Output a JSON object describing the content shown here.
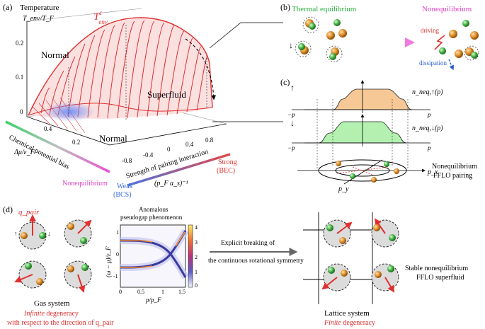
{
  "panels": {
    "a": {
      "label": "(a)",
      "title": "Temperature",
      "yaxis": "T_env/T_F",
      "ticks_y": [
        "0.2",
        "0.1",
        "0"
      ],
      "tcurve_label": "T",
      "tcurve_sup": "c",
      "tcurve_sub": "env",
      "normal_top": "Normal",
      "superfluid": "Superfluid",
      "normal_bottom": "Normal",
      "bias_label": "Chemical potential bias",
      "bias_symbol": "Δμ/ε_F",
      "bias_ticks": [
        "0.4",
        "0.2"
      ],
      "noneq_label": "Nonequilibrium",
      "strength_label": "Strength of pairing interaction",
      "strength_symbol": "(p_F a_s)⁻¹",
      "strength_ticks": [
        "-0.8",
        "-0.4",
        "0",
        "0.4",
        "0.8"
      ],
      "weak_label": "Weak",
      "weak_sub": "(BCS)",
      "strong_label": "Strong",
      "strong_sub": "(BEC)"
    },
    "b": {
      "label": "(b)",
      "left_title": "Thermal equilibrium",
      "right_title": "Nonequilibrium",
      "driving": "driving",
      "dissipation": "dissipation",
      "spin_down": "↓"
    },
    "c": {
      "label": "(c)",
      "up_label": "n_neq,↑(p)",
      "down_label": "n_neq,↓(p)",
      "minus_p": "−p",
      "plus_p": "p",
      "px": "p_x",
      "py": "p_y",
      "caption_line1": "Nonequilibrium",
      "caption_line2": "FFLO pairing",
      "spin_up": "↑",
      "spin_down": "↓"
    },
    "d": {
      "label": "(d)",
      "qpair": "q_pair",
      "inset_title_line1": "Anomalous",
      "inset_title_line2": "pseudogap phenomenon",
      "inset_ylabel": "(ω − μ)/ε_F",
      "inset_xlabel": "p/p_F",
      "inset_yticks": [
        "1",
        "0",
        "-1"
      ],
      "inset_xticks": [
        "0",
        "0.5",
        "1",
        "1.5"
      ],
      "colorbar_ticks": [
        "4",
        "3",
        "2",
        "1",
        "0"
      ],
      "arrow_text_line1": "Explicit breaking of",
      "arrow_text_line2": "the continuous rotational symmetry",
      "gas_title": "Gas system",
      "gas_infinite": "Infinite",
      "gas_deg": " degeneracy",
      "gas_line2": "with respect to the direction of q_pair",
      "lattice_title": "Lattice system",
      "lattice_finite": "Finite",
      "lattice_deg": " degeneracy",
      "stable_line1": "Stable nonequilibrium",
      "stable_line2": "FFLO superfluid",
      "spin_up": "↑",
      "spin_down": "↓"
    }
  },
  "colors": {
    "red": "#e03030",
    "green_ball": "#3ea53e",
    "orange_ball": "#d98a1f",
    "fill_orange": "#f5c896",
    "fill_green": "#b4f0b0",
    "magenta": "#e040c0",
    "blue": "#3b6bd6"
  }
}
